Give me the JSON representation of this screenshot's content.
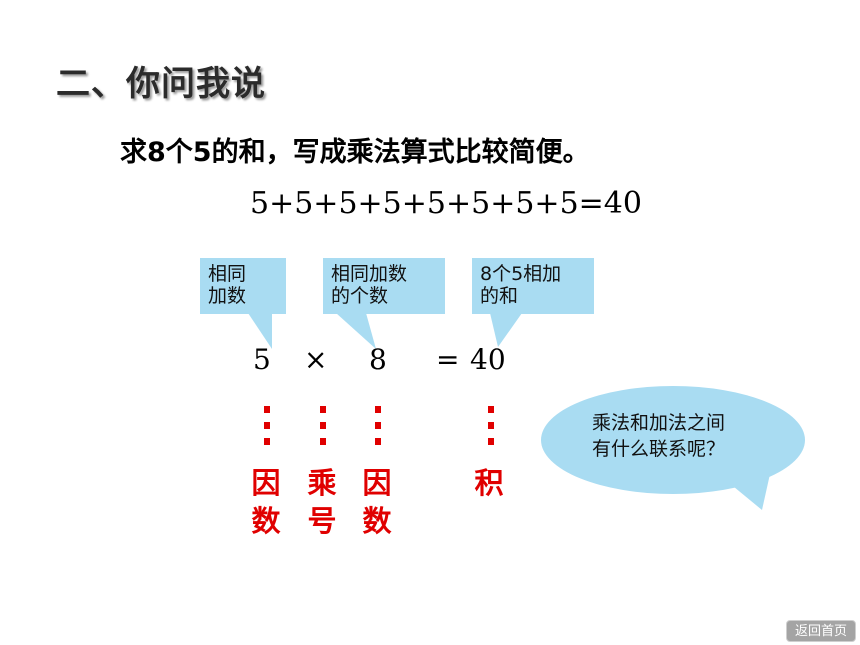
{
  "section_title": "二、你问我说",
  "prompt": "求8个5的和，写成乘法算式比较简便。",
  "addition_equation": "5+5+5+5+5+5+5+5=40",
  "callouts": {
    "addend": [
      "相同",
      "加数"
    ],
    "count": [
      "相同加数",
      "的个数"
    ],
    "sum": [
      "8个5相加",
      "的和"
    ]
  },
  "multiplication": {
    "factor1": "5",
    "operator": "×",
    "factor2": "8",
    "equals": "=",
    "product": "40"
  },
  "term_labels": {
    "factor1": [
      "因",
      "数"
    ],
    "operator": [
      "乘",
      "号"
    ],
    "factor2": [
      "因",
      "数"
    ],
    "product": [
      "积"
    ]
  },
  "speech_bubble": [
    "乘法和加法之间",
    "有什么联系呢？"
  ],
  "home_button": "返回首页",
  "colors": {
    "callout_fill": "#a9dcf2",
    "label_red": "#e00000",
    "button_gray": "#a4a4a4"
  }
}
